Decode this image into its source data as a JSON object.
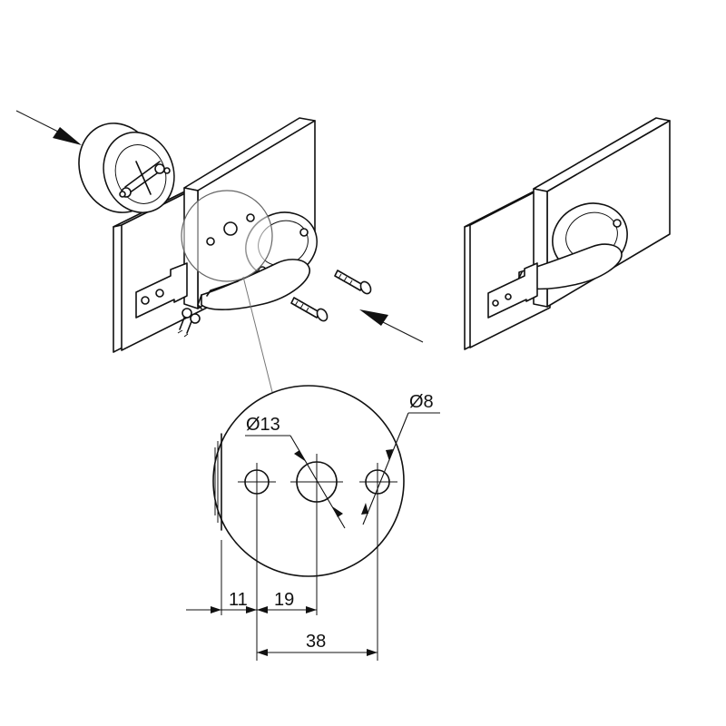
{
  "dimensions": {
    "large_hole_diameter": "Ø13",
    "small_hole_diameter": "Ø8",
    "edge_to_first_hole": "11",
    "first_to_center_hole": "19",
    "first_to_last_hole": "38"
  }
}
